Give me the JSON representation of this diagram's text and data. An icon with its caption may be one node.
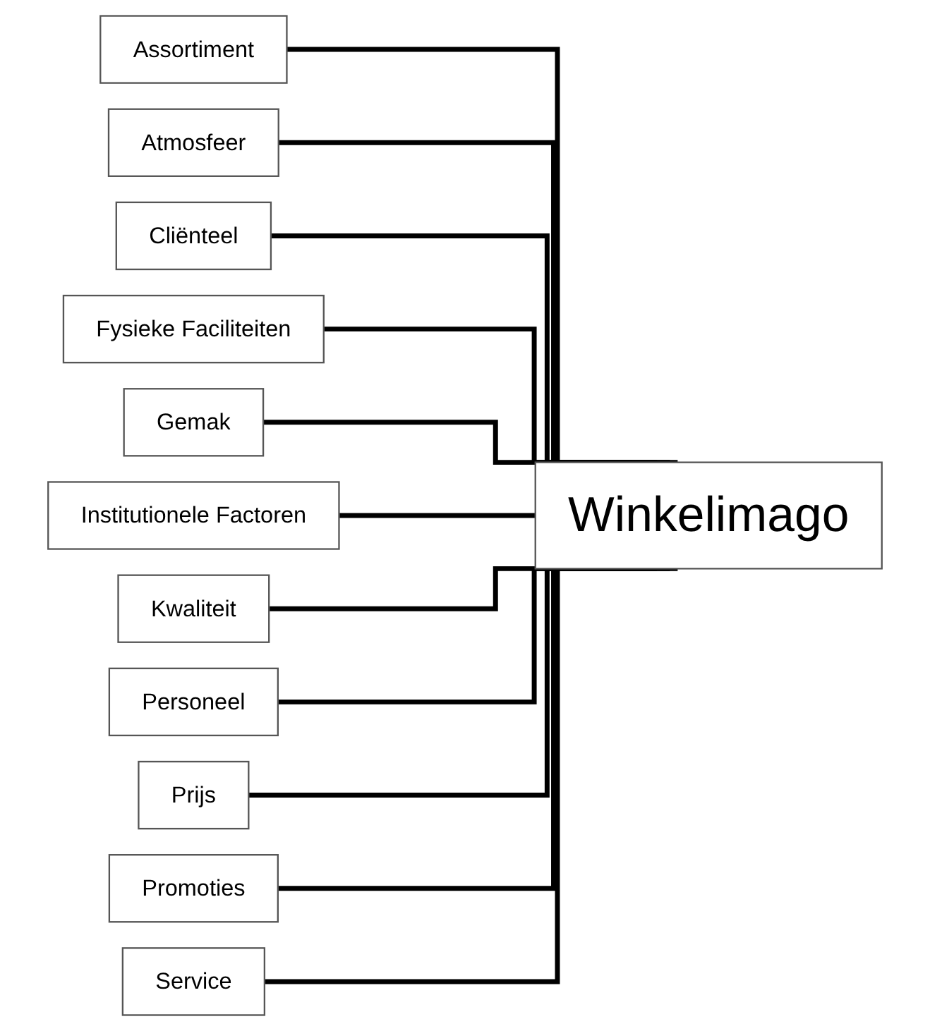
{
  "diagram": {
    "nodes": [
      {
        "text": [
          "Assortiment"
        ]
      },
      {
        "text": [
          "Atmosfeer"
        ]
      },
      {
        "text": [
          "Cliënteel"
        ]
      },
      {
        "text": [
          "Fysieke Faciliteiten"
        ]
      },
      {
        "text": [
          "Gemak"
        ]
      },
      {
        "text": [
          "Institutionele Factoren"
        ]
      },
      {
        "text": [
          "Kwaliteit"
        ]
      },
      {
        "text": [
          "Personeel"
        ]
      },
      {
        "text": [
          "Prijs"
        ]
      },
      {
        "text": [
          "Promoties"
        ]
      },
      {
        "text": [
          "Service"
        ]
      },
      {
        "text": [
          "Winkelimago"
        ]
      }
    ],
    "edges": [
      {
        "from": 0,
        "to": 11,
        "arrow": "none"
      },
      {
        "from": 1,
        "to": 11,
        "arrow": "none"
      },
      {
        "from": 2,
        "to": 11,
        "arrow": "none"
      },
      {
        "from": 3,
        "to": 11,
        "arrow": "none"
      },
      {
        "from": 4,
        "to": 11,
        "arrow": "none"
      },
      {
        "from": 5,
        "to": 11,
        "arrow": "none"
      },
      {
        "from": 6,
        "to": 11,
        "arrow": "none"
      },
      {
        "from": 7,
        "to": 11,
        "arrow": "none"
      },
      {
        "from": 8,
        "to": 11,
        "arrow": "none"
      },
      {
        "from": 9,
        "to": 11,
        "arrow": "none"
      },
      {
        "from": 10,
        "to": 11,
        "arrow": "none"
      }
    ]
  }
}
